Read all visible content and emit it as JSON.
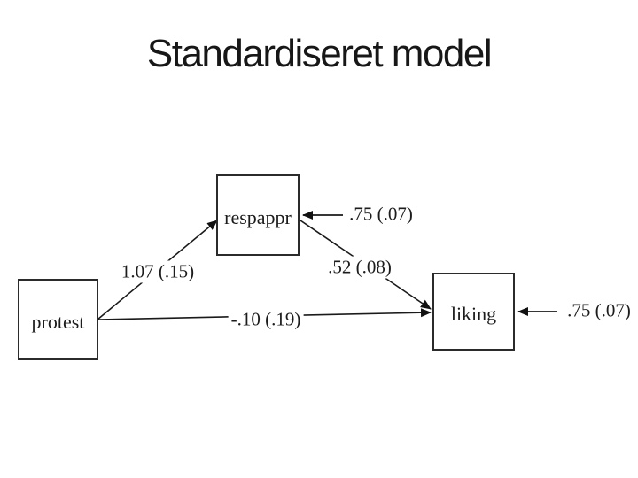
{
  "slide": {
    "title": "Standardiseret model"
  },
  "diagram": {
    "type": "path-diagram",
    "nodes": {
      "protest": {
        "label": "protest"
      },
      "respappr": {
        "label": "respappr"
      },
      "liking": {
        "label": "liking"
      }
    },
    "paths": {
      "protest_to_respappr": {
        "from": "protest",
        "to": "respappr",
        "label": "1.07 (.15)"
      },
      "respappr_to_liking": {
        "from": "respappr",
        "to": "liking",
        "label": ".52 (.08)"
      },
      "protest_to_liking": {
        "from": "protest",
        "to": "liking",
        "label": "-.10 (.19)"
      },
      "error_to_respappr": {
        "from": "error",
        "to": "respappr",
        "label": ".75 (.07)"
      },
      "error_to_liking": {
        "from": "error",
        "to": "liking",
        "label": ".75 (.07)"
      }
    },
    "colors": {
      "line": "#1a1a1a",
      "box_border": "#2b2b2b",
      "text": "#1c1c1c",
      "background": "#ffffff"
    }
  }
}
